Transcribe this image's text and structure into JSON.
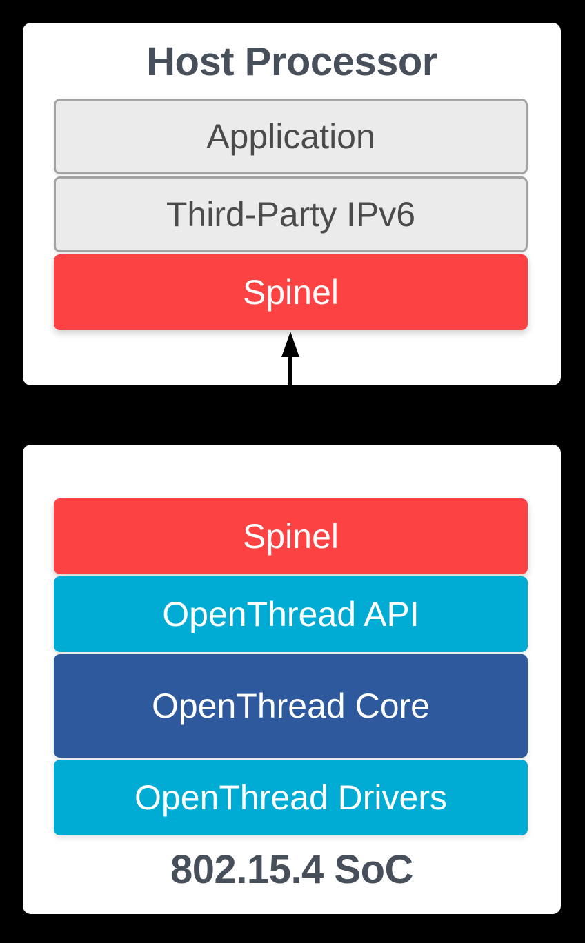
{
  "colors": {
    "background": "#000000",
    "panel": "#FFFFFF",
    "red": "#FC4242",
    "cyan": "#00ACD4",
    "navy": "#2E599D",
    "gray_fill": "#EBEBEB",
    "gray_border": "#A3A3A3",
    "title_text": "#47505A",
    "gray_text": "#4B4B4D",
    "white_text": "#FFFFFF",
    "arrow": "#000000"
  },
  "host_panel": {
    "title": "Host Processor",
    "layers": [
      {
        "label": "Application",
        "style": "gray"
      },
      {
        "label": "Third-Party IPv6",
        "style": "gray"
      },
      {
        "label": "Spinel",
        "style": "red"
      }
    ]
  },
  "soc_panel": {
    "title": "802.15.4 SoC",
    "layers": [
      {
        "label": "Spinel",
        "style": "red"
      },
      {
        "label": "OpenThread API",
        "style": "cyan"
      },
      {
        "label": "OpenThread Core",
        "style": "navy"
      },
      {
        "label": "OpenThread Drivers",
        "style": "cyan"
      }
    ]
  },
  "connector": {
    "type": "bidirectional-arrow"
  }
}
